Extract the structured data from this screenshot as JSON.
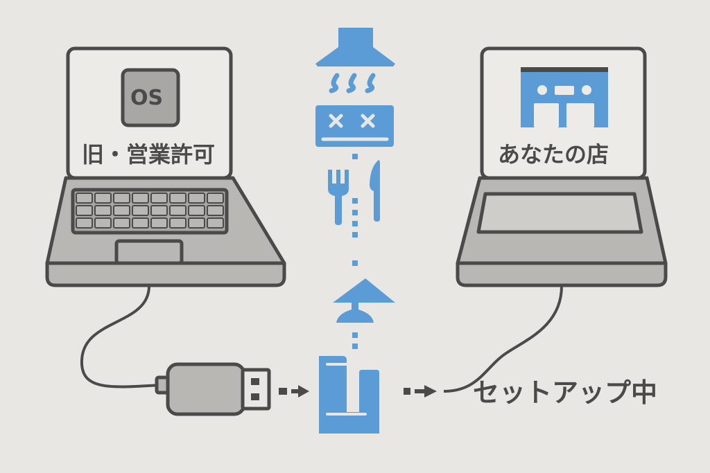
{
  "left_laptop": {
    "badge": "OS",
    "label": "旧・営業許可"
  },
  "right_laptop": {
    "label": "あなたの店"
  },
  "status_text": "セットアップ中",
  "colors": {
    "background": "#e9e7e3",
    "outline": "#4a4a48",
    "accent": "#5b9bd6",
    "fill_gray": "#b9b7b3"
  },
  "icons": [
    "usb-drive-icon",
    "range-hood-icon",
    "steam-icon",
    "broken-stove-icon",
    "fork-knife-icon",
    "lamp-icon",
    "kitchen-counter-icon",
    "shop-icon"
  ]
}
